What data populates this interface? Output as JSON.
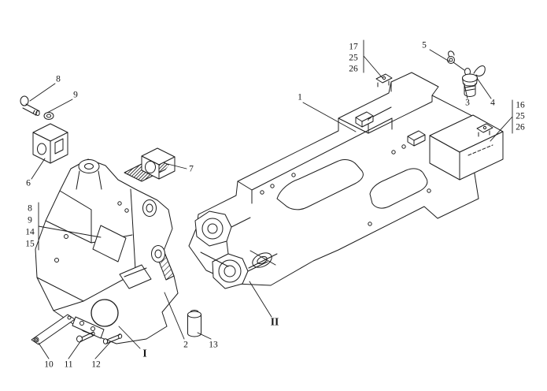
{
  "diagram": {
    "background": "#ffffff",
    "line_color": "#1c1c1c"
  },
  "callouts": [
    {
      "id": "8-top",
      "label": "8"
    },
    {
      "id": "9-top",
      "label": "9"
    },
    {
      "id": "6",
      "label": "6"
    },
    {
      "id": "7",
      "label": "7"
    },
    {
      "id": "1",
      "label": "1"
    },
    {
      "id": "17",
      "label": "17"
    },
    {
      "id": "25-left",
      "label": "25"
    },
    {
      "id": "26-left",
      "label": "26"
    },
    {
      "id": "5",
      "label": "5"
    },
    {
      "id": "3",
      "label": "3"
    },
    {
      "id": "4",
      "label": "4"
    },
    {
      "id": "16",
      "label": "16"
    },
    {
      "id": "25-right",
      "label": "25"
    },
    {
      "id": "26-right",
      "label": "26"
    },
    {
      "id": "8-left",
      "label": "8"
    },
    {
      "id": "9-left",
      "label": "9"
    },
    {
      "id": "14",
      "label": "14"
    },
    {
      "id": "15",
      "label": "15"
    },
    {
      "id": "2",
      "label": "2"
    },
    {
      "id": "13",
      "label": "13"
    },
    {
      "id": "10",
      "label": "10"
    },
    {
      "id": "11",
      "label": "11"
    },
    {
      "id": "12",
      "label": "12"
    }
  ],
  "section_markers": [
    {
      "id": "I",
      "label": "I"
    },
    {
      "id": "II",
      "label": "II"
    }
  ]
}
